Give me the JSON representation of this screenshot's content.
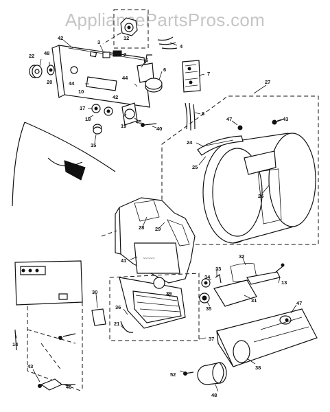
{
  "watermark": {
    "text": "AppliancePartsPros.com"
  },
  "callouts": [
    {
      "id": "c42a",
      "text": "42"
    },
    {
      "id": "c12",
      "text": "12"
    },
    {
      "id": "c3",
      "text": "3"
    },
    {
      "id": "c2",
      "text": "2"
    },
    {
      "id": "c4",
      "text": "4"
    },
    {
      "id": "c22",
      "text": "22"
    },
    {
      "id": "c48a",
      "text": "48"
    },
    {
      "id": "c20",
      "text": "20"
    },
    {
      "id": "c5",
      "text": "5"
    },
    {
      "id": "c6",
      "text": "6"
    },
    {
      "id": "c7",
      "text": "7"
    },
    {
      "id": "c44a",
      "text": "44"
    },
    {
      "id": "c44b",
      "text": "44"
    },
    {
      "id": "c10",
      "text": "10"
    },
    {
      "id": "c42b",
      "text": "42"
    },
    {
      "id": "c17",
      "text": "17"
    },
    {
      "id": "c18",
      "text": "18"
    },
    {
      "id": "c19",
      "text": "19"
    },
    {
      "id": "c45",
      "text": "45"
    },
    {
      "id": "c40",
      "text": "40"
    },
    {
      "id": "c15",
      "text": "15"
    },
    {
      "id": "c8",
      "text": "8"
    },
    {
      "id": "c27",
      "text": "27"
    },
    {
      "id": "c47a",
      "text": "47"
    },
    {
      "id": "c43a",
      "text": "43"
    },
    {
      "id": "c24",
      "text": "24"
    },
    {
      "id": "c25",
      "text": "25"
    },
    {
      "id": "c26",
      "text": "26"
    },
    {
      "id": "c28",
      "text": "28"
    },
    {
      "id": "c29",
      "text": "29"
    },
    {
      "id": "c41",
      "text": "41"
    },
    {
      "id": "c32",
      "text": "32"
    },
    {
      "id": "c34",
      "text": "34"
    },
    {
      "id": "c33",
      "text": "33"
    },
    {
      "id": "c13",
      "text": "13"
    },
    {
      "id": "c30",
      "text": "30"
    },
    {
      "id": "c39",
      "text": "39"
    },
    {
      "id": "c36",
      "text": "36"
    },
    {
      "id": "c21",
      "text": "21"
    },
    {
      "id": "c35",
      "text": "35"
    },
    {
      "id": "c31",
      "text": "31"
    },
    {
      "id": "c47b",
      "text": "47"
    },
    {
      "id": "c37",
      "text": "37"
    },
    {
      "id": "c14",
      "text": "14"
    },
    {
      "id": "c38",
      "text": "38"
    },
    {
      "id": "c43b",
      "text": "43"
    },
    {
      "id": "c46",
      "text": "46"
    },
    {
      "id": "c52",
      "text": "52"
    },
    {
      "id": "c48b",
      "text": "48"
    }
  ]
}
